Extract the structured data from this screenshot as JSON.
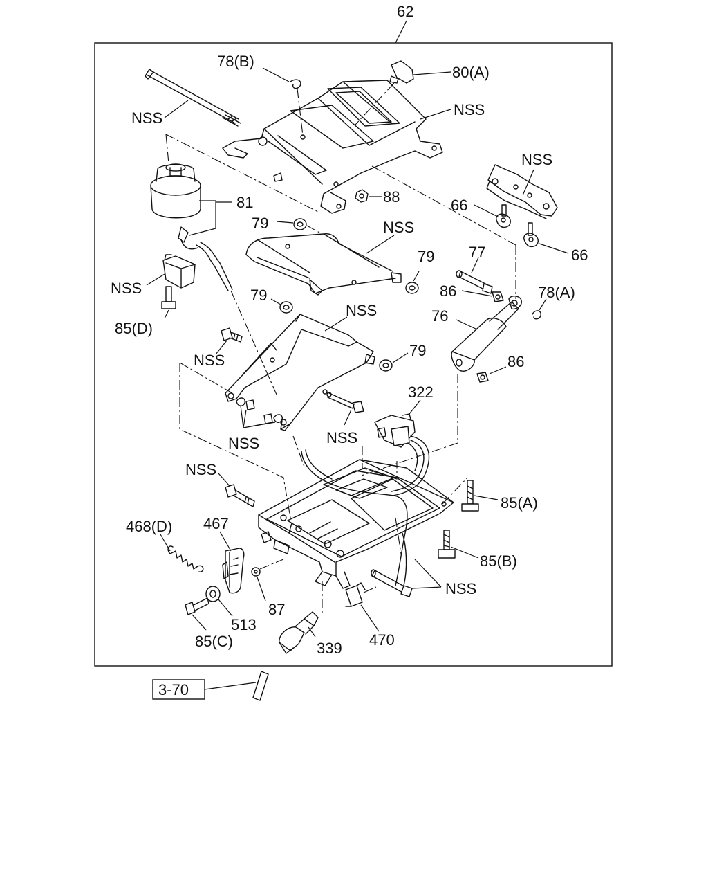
{
  "labels": {
    "l62": "62",
    "l78b": "78(B)",
    "l80a": "80(A)",
    "nss_rod": "NSS",
    "nss_top": "NSS",
    "nss_bracket": "NSS",
    "l81": "81",
    "l88": "88",
    "l66a": "66",
    "l66b": "66",
    "l79a": "79",
    "nss_upper_arm": "NSS",
    "l79b": "79",
    "nss_switch": "NSS",
    "l77": "77",
    "l86a": "86",
    "l78a": "78(A)",
    "l85d": "85(D)",
    "l79c": "79",
    "nss_lower_arm": "NSS",
    "l76": "76",
    "nss_bolt_left": "NSS",
    "l79d": "79",
    "l86b": "86",
    "l322": "322",
    "nss_bolt_mid": "NSS",
    "nss_clips": "NSS",
    "nss_pin": "NSS",
    "l85a": "85(A)",
    "l468d": "468(D)",
    "l467": "467",
    "l85b": "85(B)",
    "nss_bottom": "NSS",
    "l87": "87",
    "l513": "513",
    "l85c": "85(C)",
    "l339": "339",
    "l470": "470",
    "ref": "3-70"
  }
}
